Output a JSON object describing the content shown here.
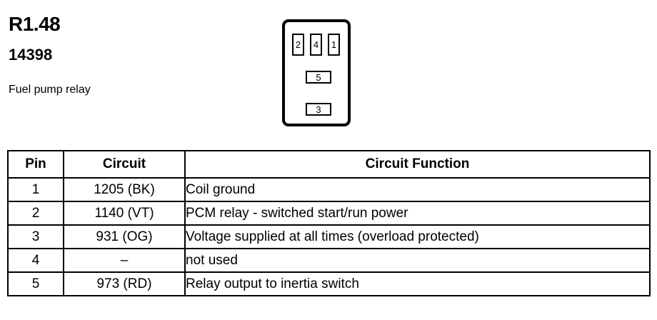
{
  "header": {
    "id": "R1.48",
    "part_number": "14398",
    "description": "Fuel pump relay"
  },
  "connector": {
    "pins": {
      "top_left": "2",
      "top_middle": "4",
      "top_right": "1",
      "middle": "5",
      "bottom": "3"
    }
  },
  "table": {
    "headers": {
      "pin": "Pin",
      "circuit": "Circuit",
      "function": "Circuit Function"
    },
    "rows": [
      {
        "pin": "1",
        "circuit": "1205 (BK)",
        "function": "Coil ground"
      },
      {
        "pin": "2",
        "circuit": "1140 (VT)",
        "function": "PCM relay - switched start/run power"
      },
      {
        "pin": "3",
        "circuit": "931 (OG)",
        "function": "Voltage supplied at all times (overload protected)"
      },
      {
        "pin": "4",
        "circuit": "–",
        "function": "not used"
      },
      {
        "pin": "5",
        "circuit": "973 (RD)",
        "function": "Relay output to inertia switch"
      }
    ]
  }
}
